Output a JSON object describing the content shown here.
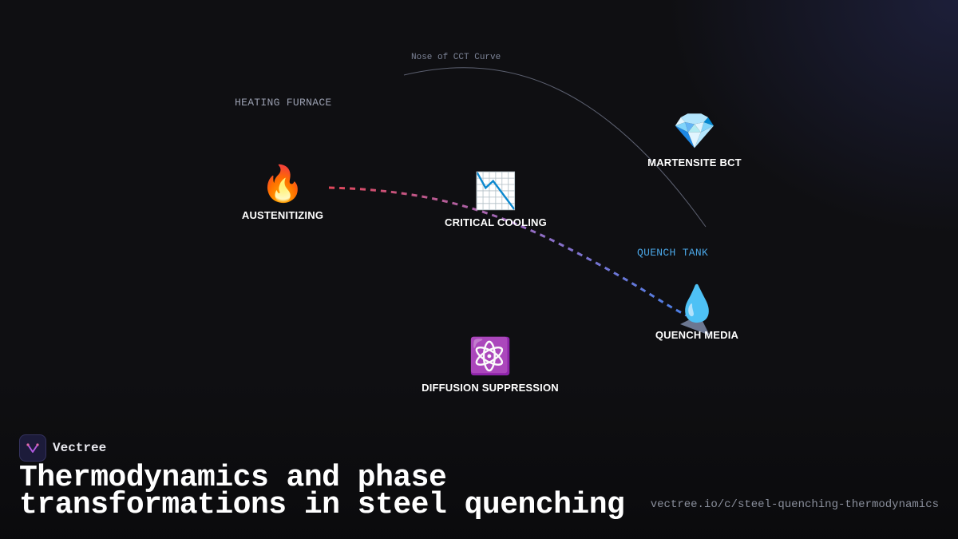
{
  "diagram": {
    "curve_label": "Nose of CCT Curve",
    "zones": {
      "heating": "HEATING FURNACE",
      "quench": "QUENCH TANK"
    },
    "nodes": [
      {
        "id": "austenitizing",
        "icon": "fire-icon",
        "glyph": "🔥",
        "label": "AUSTENITIZING"
      },
      {
        "id": "critical-cooling",
        "icon": "chart-decreasing-icon",
        "glyph": "📉",
        "label": "CRITICAL COOLING"
      },
      {
        "id": "martensite",
        "icon": "gem-icon",
        "glyph": "💎",
        "label": "MARTENSITE BCT"
      },
      {
        "id": "quench-media",
        "icon": "droplet-icon",
        "glyph": "💧",
        "label": "QUENCH MEDIA"
      },
      {
        "id": "diffusion",
        "icon": "atom-icon",
        "glyph": "⚛️",
        "label": "DIFFUSION SUPPRESSION"
      }
    ],
    "colors": {
      "path_start": "#e0475a",
      "path_mid": "#9a6ac0",
      "path_end": "#4a7fe6",
      "curve": "#6a6f80",
      "zone_accent": "#4aa6e6"
    }
  },
  "footer": {
    "brand": "Vectree",
    "title": "Thermodynamics and phase transformations in steel quenching",
    "url": "vectree.io/c/steel-quenching-thermodynamics"
  }
}
